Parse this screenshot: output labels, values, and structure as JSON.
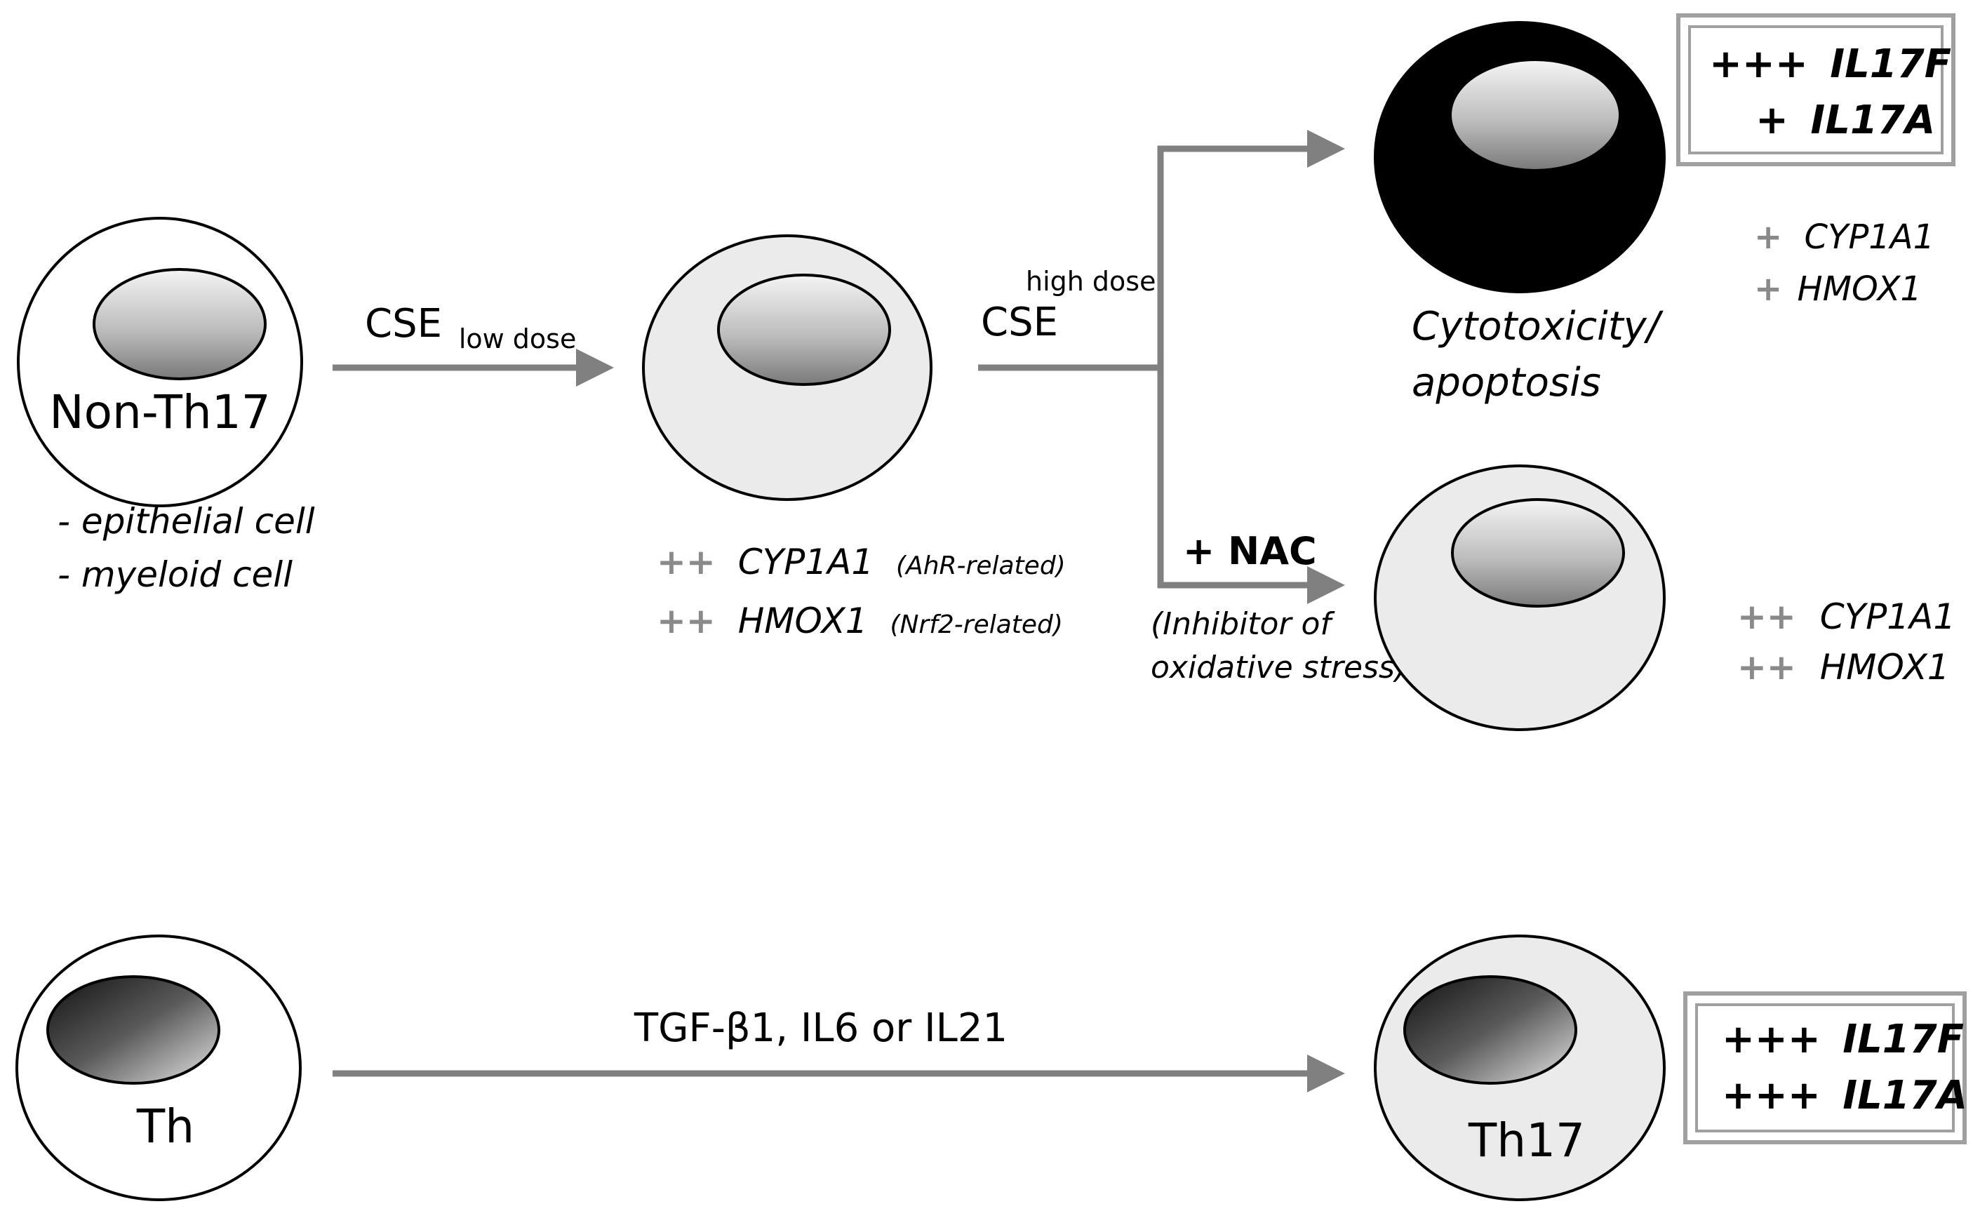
{
  "cells": {
    "non_th17": {
      "label": "Non-Th17",
      "types": [
        "- epithelial cell",
        "- myeloid cell"
      ]
    },
    "th": {
      "label": "Th"
    },
    "th17": {
      "label": "Th17"
    },
    "apoptotic": {
      "caption": [
        "Cytotoxicity/",
        "apoptosis"
      ]
    }
  },
  "arrows": {
    "cse_low": {
      "main": "CSE",
      "sub": "low dose"
    },
    "cse_high": {
      "main": "CSE",
      "sup": "high dose"
    },
    "nac": {
      "label": "+ NAC",
      "note": [
        "(Inhibitor of",
        "oxidative stress)"
      ]
    },
    "tgf": {
      "label": "TGF-β1, IL6 or IL21"
    }
  },
  "genes": {
    "low_dose": [
      {
        "level": "++",
        "gene": "CYP1A1",
        "note": "(AhR-related)"
      },
      {
        "level": "++",
        "gene": "HMOX1",
        "note": "(Nrf2-related)"
      }
    ],
    "high_dose": [
      {
        "level": "+",
        "gene": "CYP1A1"
      },
      {
        "level": "+",
        "gene": "HMOX1"
      }
    ],
    "nac": [
      {
        "level": "++",
        "gene": "CYP1A1"
      },
      {
        "level": "++",
        "gene": "HMOX1"
      }
    ]
  },
  "boxes": {
    "apoptosis": [
      {
        "level": "+++",
        "gene": "IL17F"
      },
      {
        "level": "+",
        "gene": "IL17A"
      }
    ],
    "th17": [
      {
        "level": "+++",
        "gene": "IL17F"
      },
      {
        "level": "+++",
        "gene": "IL17A"
      }
    ]
  },
  "colors": {
    "arrow": "#808080",
    "cell_light": "#ebebeb",
    "cell_white": "#ffffff",
    "cell_dark": "#000000",
    "plus_grey": "#8a8a8a"
  }
}
